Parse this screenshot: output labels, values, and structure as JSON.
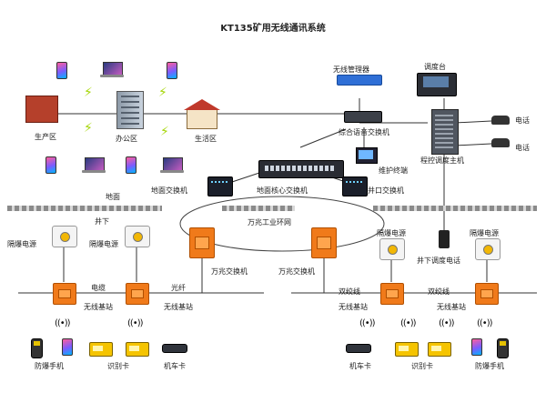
{
  "title": "KT135矿用无线通讯系统",
  "zones": {
    "production": "生产区",
    "office": "办公区",
    "living": "生活区",
    "ground": "地面",
    "underground": "井下"
  },
  "devices": {
    "wireless_manager": "无线管理器",
    "dispatch_desk": "调度台",
    "voice_switch": "综合语音交换机",
    "program_dispatch_host": "程控调度主机",
    "phone_a": "电话",
    "phone_b": "电话",
    "maintenance_terminal": "维护终端",
    "ground_switch": "地面交换机",
    "ground_core_switch": "地面核心交换机",
    "shaft_switch": "井口交换机",
    "ring_network": "万兆工业环网",
    "psu_1": "隔爆电源",
    "psu_2": "隔爆电源",
    "psu_3": "隔爆电源",
    "psu_4": "隔爆电源",
    "switch_10g_left": "万兆交换机",
    "switch_10g_right": "万兆交换机",
    "mine_dispatch_phone": "井下调度电话",
    "cable": "电缆",
    "fiber": "光纤",
    "twisted_pair_1": "双绞线",
    "twisted_pair_2": "双绞线",
    "base_station_1": "无线基站",
    "base_station_2": "无线基站",
    "base_station_3": "无线基站",
    "base_station_4": "无线基站",
    "explosion_phone_left": "防爆手机",
    "id_card_left": "识别卡",
    "vehicle_card_left": "机车卡",
    "vehicle_card_right": "机车卡",
    "id_card_right": "识别卡",
    "explosion_phone_right": "防爆手机"
  }
}
